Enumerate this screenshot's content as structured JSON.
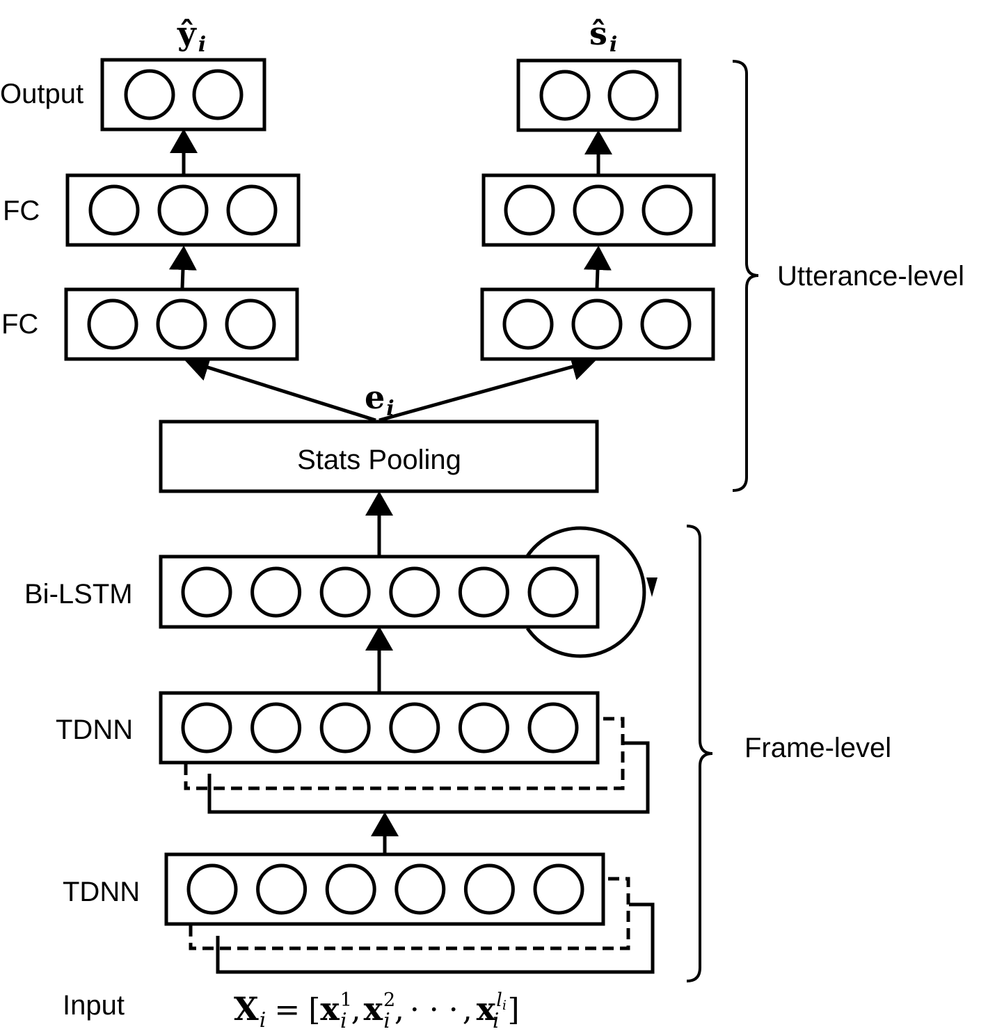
{
  "labels": {
    "output": "Output",
    "fc_top": "FC",
    "fc_bottom": "FC",
    "stats_pooling": "Stats Pooling",
    "bilstm": "Bi-LSTM",
    "tdnn_upper": "TDNN",
    "tdnn_lower": "TDNN",
    "input": "Input",
    "utterance_level": "Utterance-level",
    "frame_level": "Frame-level"
  },
  "math": {
    "y_hat": {
      "base": "ŷ",
      "sub": "i"
    },
    "s_hat": {
      "base": "ŝ",
      "sub": "i"
    },
    "embedding": {
      "base": "e",
      "sub": "i"
    },
    "input_eq": {
      "lhs": "X",
      "lhs_sub": "i",
      "eq": "=",
      "open": "[",
      "close": "]",
      "x1": "x",
      "x1_sub": "i",
      "x1_sup": "1",
      "x2": "x",
      "x2_sub": "i",
      "x2_sup": "2",
      "comma": ",",
      "dots": "· · ·",
      "xl": "x",
      "xl_sub": "i",
      "xl_sup": "l",
      "xl_sup_sub": "i"
    }
  },
  "layers": {
    "tdnn_lower_nodes": 6,
    "tdnn_upper_nodes": 6,
    "bilstm_nodes": 6,
    "fc_nodes": 3,
    "output_nodes": 2
  }
}
